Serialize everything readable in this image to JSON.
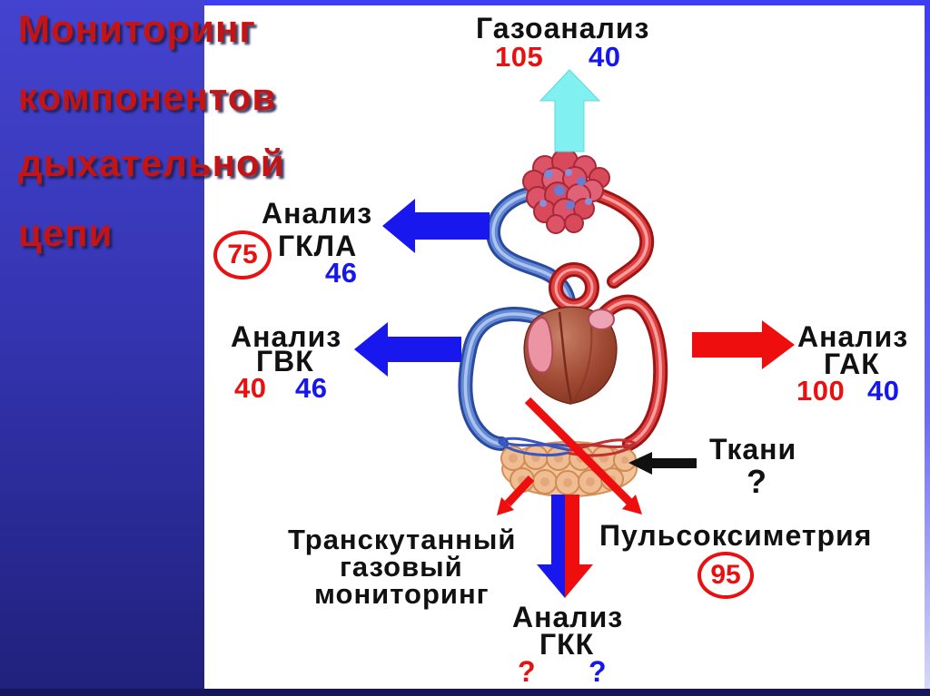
{
  "title": {
    "line1": "Мониторинг",
    "line2": "компонентов",
    "line3": "дыхательной",
    "line4": "цепи"
  },
  "gas_analysis": {
    "label": "Газоанализ",
    "po2": "105",
    "pco2": "40"
  },
  "gkla": {
    "label_line1": "Анализ",
    "label_line2": "ГКЛА",
    "saturation": "75",
    "pco2": "46"
  },
  "gvk": {
    "label_line1": "Анализ",
    "label_line2": "ГВК",
    "po2": "40",
    "pco2": "46"
  },
  "gak": {
    "label_line1": "Анализ",
    "label_line2": "ГАК",
    "po2": "100",
    "pco2": "40"
  },
  "tissues": {
    "label": "Ткани",
    "value": "?"
  },
  "transcutaneous": {
    "line1": "Транскутанный",
    "line2": "газовый",
    "line3": "мониторинг"
  },
  "pulse_oximetry": {
    "label": "Пульсоксиметрия",
    "saturation": "95"
  },
  "gkk": {
    "label_line1": "Анализ",
    "label_line2": "ГКК",
    "po2": "?",
    "pco2": "?"
  },
  "colors": {
    "value_red": "#e81010",
    "value_blue": "#1616ee",
    "arrow_cyan": "#80f0f0",
    "arrow_blue": "#1717ee",
    "arrow_red": "#ee0e0e",
    "title_red": "#c41414",
    "panel_top": "#4343d0",
    "panel_bottom": "#20207c"
  }
}
